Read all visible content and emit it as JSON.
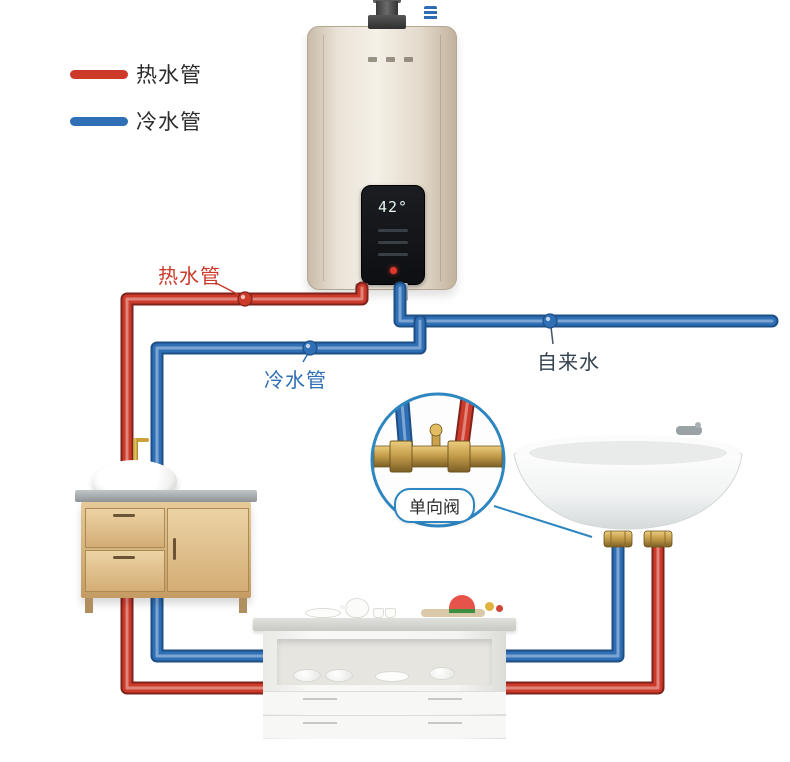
{
  "colors": {
    "hot": "#cd3a2a",
    "cold": "#2f6fb6",
    "ink": "#33424f"
  },
  "legend": {
    "items": [
      {
        "id": "hot",
        "label": "热水管"
      },
      {
        "id": "cold",
        "label": "冷水管"
      }
    ]
  },
  "labels": {
    "hot_pipe": "热水管",
    "cold_pipe": "冷水管",
    "tap_water": "自来水",
    "check_valve": "单向阀"
  },
  "heater": {
    "display": "42°"
  }
}
